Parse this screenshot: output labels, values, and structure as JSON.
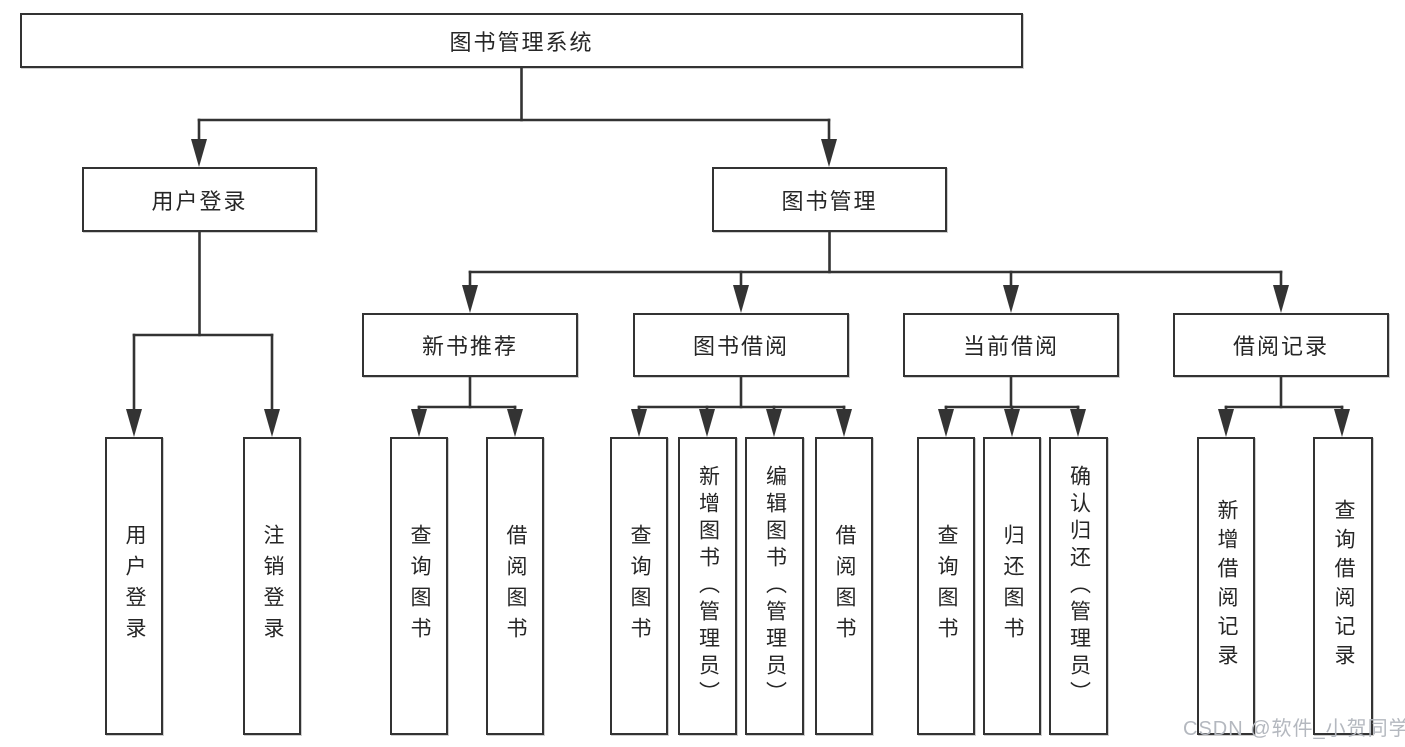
{
  "tree": {
    "root": "图书管理系统",
    "branches": [
      {
        "label": "用户登录",
        "children": [
          "用户登录",
          "注销登录"
        ]
      },
      {
        "label": "图书管理",
        "children": [
          {
            "label": "新书推荐",
            "children": [
              "查询图书",
              "借阅图书"
            ]
          },
          {
            "label": "图书借阅",
            "children": [
              "查询图书",
              "新增图书（管理员）",
              "编辑图书（管理员）",
              "借阅图书"
            ]
          },
          {
            "label": "当前借阅",
            "children": [
              "查询图书",
              "归还图书",
              "确认归还（管理员）"
            ]
          },
          {
            "label": "借阅记录",
            "children": [
              "新增借阅记录",
              "查询借阅记录"
            ]
          }
        ]
      }
    ]
  },
  "watermark": {
    "text": "CSDN @软件_小贺同学"
  },
  "colors": {
    "line": "#333333",
    "text": "#262626",
    "watermark": "#b4b8bf",
    "background": "#ffffff"
  }
}
